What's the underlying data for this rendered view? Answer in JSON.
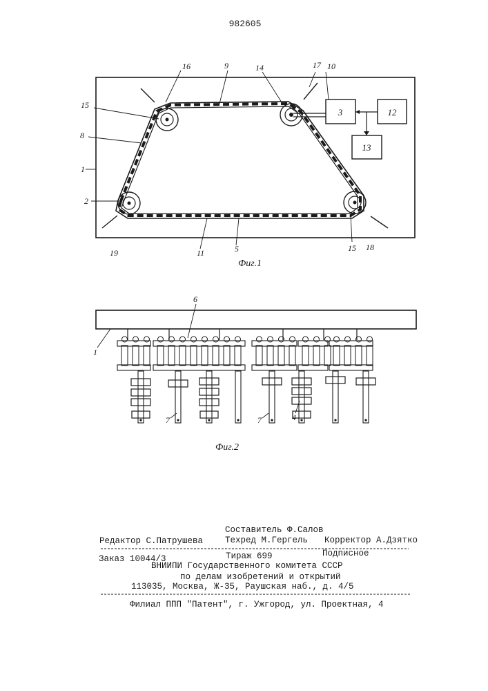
{
  "document": {
    "patent_number": "982605",
    "figures": [
      {
        "caption": "Фиг.1"
      },
      {
        "caption": "Фиг.2"
      }
    ],
    "fig1_labels": {
      "frame": "1",
      "sprocket_lower_left": "2",
      "block_3": "3",
      "chain_bottom": "5",
      "chain_left": "8",
      "chain_top": "9",
      "drive_link": "10",
      "chain_bottom_2": "11",
      "block_12": "12",
      "block_13": "13",
      "drive_sprocket": "14",
      "idler_upper_left": "15",
      "idler_lower_right": "15",
      "tool_16": "16",
      "tool_17": "17",
      "tool_18": "18",
      "tool_19": "19"
    },
    "fig2_labels": {
      "frame": "1",
      "chain": "6",
      "spindle_a": "7",
      "spindle_b": "7",
      "disc_stack": "4"
    },
    "footer": {
      "compiler": "Составитель Ф.Салов",
      "editor": "Редактор С.Патрушева",
      "techred": "Техред М.Гергель",
      "corrector": "Корректор А.Дзятко",
      "order": "Заказ 10044/3",
      "circulation": "Тираж 699",
      "subscription": "Подписное",
      "org_line1": "ВНИИПИ Государственного комитета СССР",
      "org_line2": "по делам изобретений и открытий",
      "org_address": "113035, Москва, Ж-35, Раушская наб., д. 4/5",
      "branch": "Филиал ППП \"Патент\", г. Ужгород, ул. Проектная, 4"
    }
  }
}
